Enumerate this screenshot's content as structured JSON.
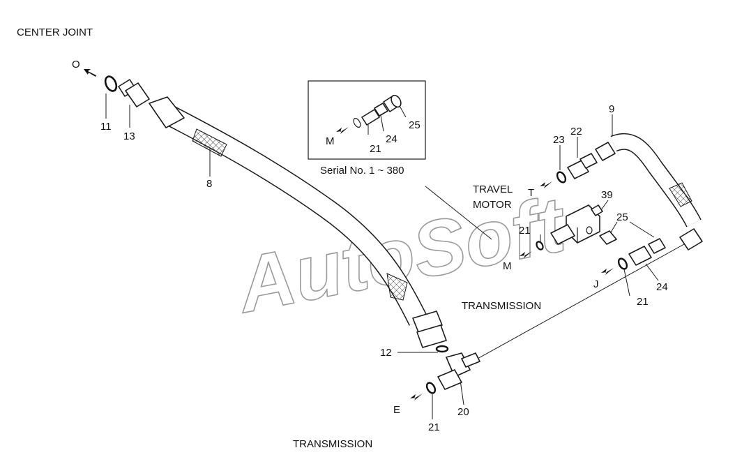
{
  "captions": {
    "center_joint": "CENTER JOINT",
    "travel_motor_1": "TRAVEL",
    "travel_motor_2": "MOTOR",
    "transmission_mid": "TRANSMISSION",
    "transmission_bottom": "TRANSMISSION",
    "serial_note": "Serial No. 1 ~ 380",
    "watermark": "AutoSoft"
  },
  "ports": {
    "o": "O",
    "m_inset": "M",
    "t": "T",
    "m": "M",
    "j": "J",
    "e": "E"
  },
  "parts": {
    "p11": "11",
    "p13": "13",
    "p8": "8",
    "p9": "9",
    "p23": "23",
    "p22": "22",
    "p39": "39",
    "p25": "25",
    "p21_mid": "21",
    "p21_j": "21",
    "p24": "24",
    "p12": "12",
    "p20": "20",
    "p21_e": "21",
    "inset_21": "21",
    "inset_24": "24",
    "inset_25": "25"
  },
  "colors": {
    "line": "#1a1a1a",
    "watermark": "#9a9a9a",
    "background": "#ffffff"
  }
}
